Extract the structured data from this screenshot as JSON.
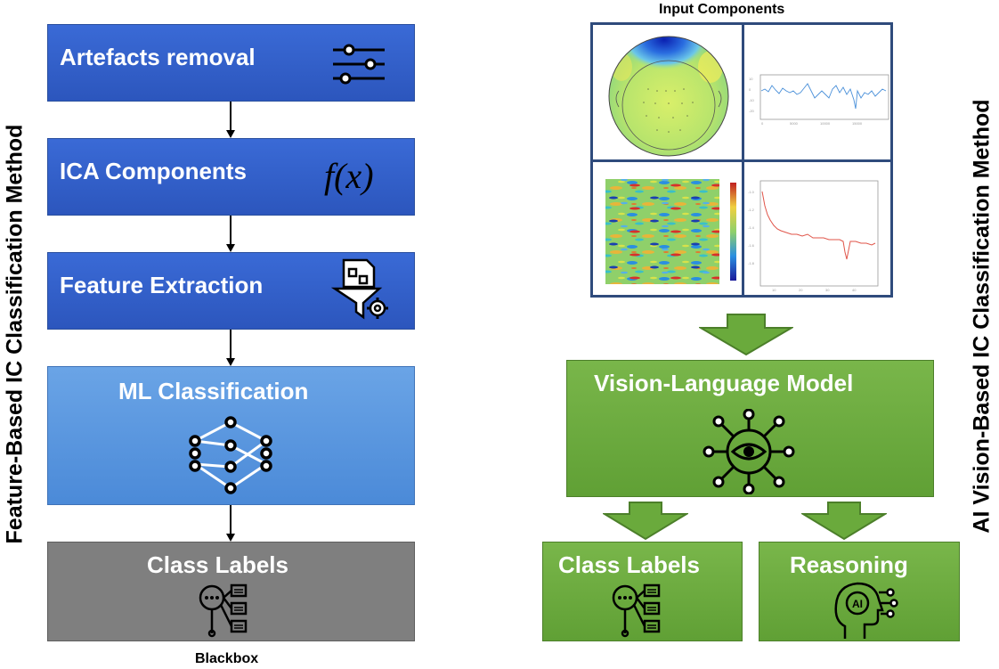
{
  "left": {
    "side_title": "Feature-Based IC Classification Method",
    "steps": {
      "artefacts": "Artefacts removal",
      "ica": "ICA Components",
      "ica_formula": "f(x)",
      "feature": "Feature Extraction",
      "ml": "ML Classification",
      "labels": "Class Labels"
    },
    "caption": "Blackbox"
  },
  "right": {
    "side_title": "AI Vision-Based IC Classification Method",
    "input_title": "Input Components",
    "vlm": "Vision-Language Model",
    "labels": "Class Labels",
    "reasoning": "Reasoning",
    "reasoning_icon_text": "AI"
  },
  "colors": {
    "blue_dark": "#2f5fcf",
    "blue_light": "#5b9be0",
    "grey": "#7f7f7f",
    "green": "#6aaa3c",
    "frame": "#2f4b7c"
  },
  "icons": [
    "sliders-icon",
    "filter-gear-icon",
    "neural-network-icon",
    "magnifier-list-icon",
    "ai-eye-network-icon",
    "ai-head-icon",
    "down-arrow-icon"
  ]
}
